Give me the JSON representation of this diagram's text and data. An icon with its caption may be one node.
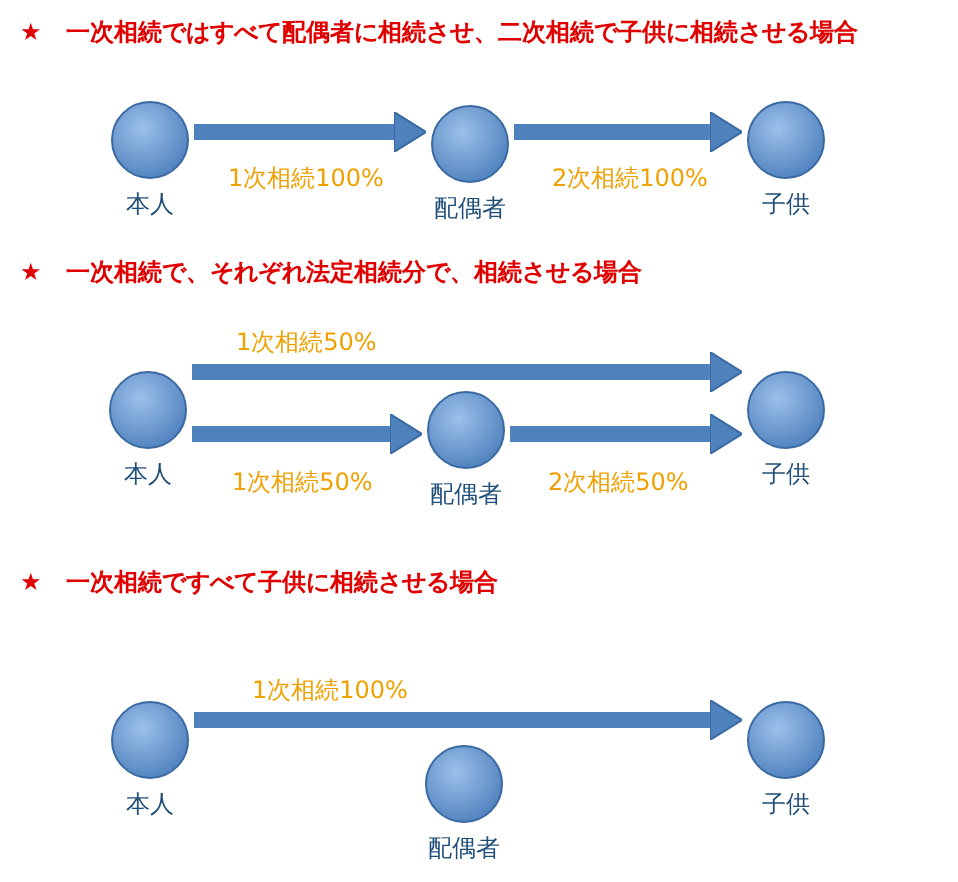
{
  "diagram": {
    "nodes": [
      {
        "text": [
          "本人"
        ]
      },
      {
        "text": [
          "配偶者"
        ]
      },
      {
        "text": [
          "子供"
        ]
      },
      {
        "text": [
          "本人"
        ]
      },
      {
        "text": [
          "配偶者"
        ]
      },
      {
        "text": [
          "子供"
        ]
      },
      {
        "text": [
          "本人"
        ]
      },
      {
        "text": [
          "配偶者"
        ]
      },
      {
        "text": [
          "子供"
        ]
      }
    ],
    "edges": [
      {
        "from": 0,
        "to": 1,
        "arrow": "to",
        "label": "1次相続100%"
      },
      {
        "from": 1,
        "to": 2,
        "arrow": "to",
        "label": "2次相続100%"
      },
      {
        "from": 3,
        "to": 5,
        "arrow": "to",
        "label": "1次相続50%"
      },
      {
        "from": 3,
        "to": 4,
        "arrow": "to",
        "label": "1次相続50%"
      },
      {
        "from": 4,
        "to": 5,
        "arrow": "to",
        "label": "2次相続50%"
      },
      {
        "from": 6,
        "to": 8,
        "arrow": "to",
        "label": "1次相続100%"
      }
    ],
    "labels": [
      "★　一次相続ではすべて配偶者に相続させ、二次相続で子供に相続させる場合",
      "★　一次相続で、それぞれ法定相続分で、相続させる場合",
      "★　一次相続ですべて子供に相続させる場合"
    ]
  }
}
